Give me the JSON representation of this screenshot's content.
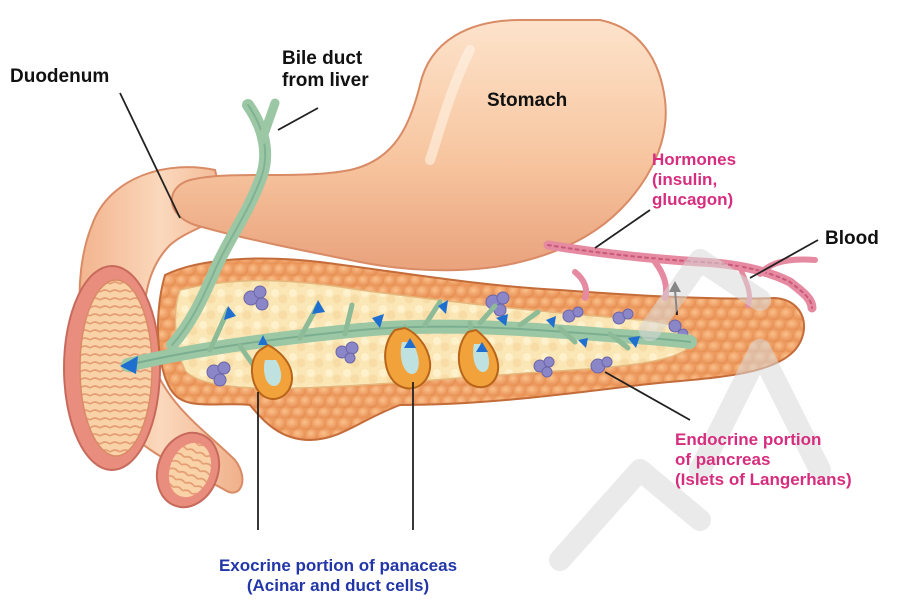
{
  "labels": {
    "duodenum": "Duodenum",
    "bile_duct": "Bile duct\nfrom liver",
    "stomach": "Stomach",
    "hormones": "Hormones\n(insulin,\nglucagon)",
    "blood": "Blood",
    "endocrine": "Endocrine portion\nof pancreas\n(Islets of Langerhans)",
    "exocrine": "Exocrine portion of panaceas\n(Acinar and duct cells)"
  },
  "colors": {
    "organ_skin": "#f6c49e",
    "pancreas": "#f2a46a",
    "duct": "#9cc7a5",
    "islet": "#8b86c8",
    "arrow": "#1f6fd1",
    "pink_text": "#d62d7e",
    "blue_text": "#2236a8"
  }
}
